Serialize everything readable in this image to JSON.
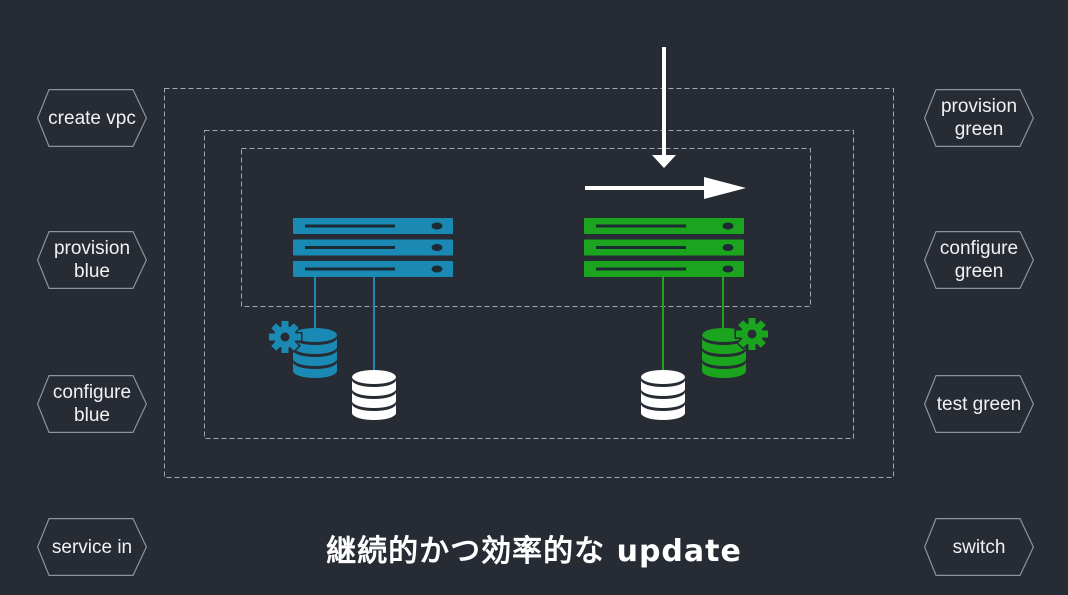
{
  "title": "継続的かつ効率的な update",
  "steps": {
    "left": [
      "create vpc",
      "provision blue",
      "configure blue",
      "service in"
    ],
    "right": [
      "provision green",
      "configure green",
      "test green",
      "switch"
    ]
  },
  "colors": {
    "background": "#262b34",
    "blue": "#1a8ab4",
    "green": "#1ba41e",
    "outline": "#8d929b",
    "text": "#f2f2f2"
  },
  "icons": {
    "server": "server-icon",
    "database": "database-icon",
    "gear": "gear-icon",
    "arrow_down": "arrow-down-icon",
    "arrow_right": "arrow-right-icon"
  }
}
